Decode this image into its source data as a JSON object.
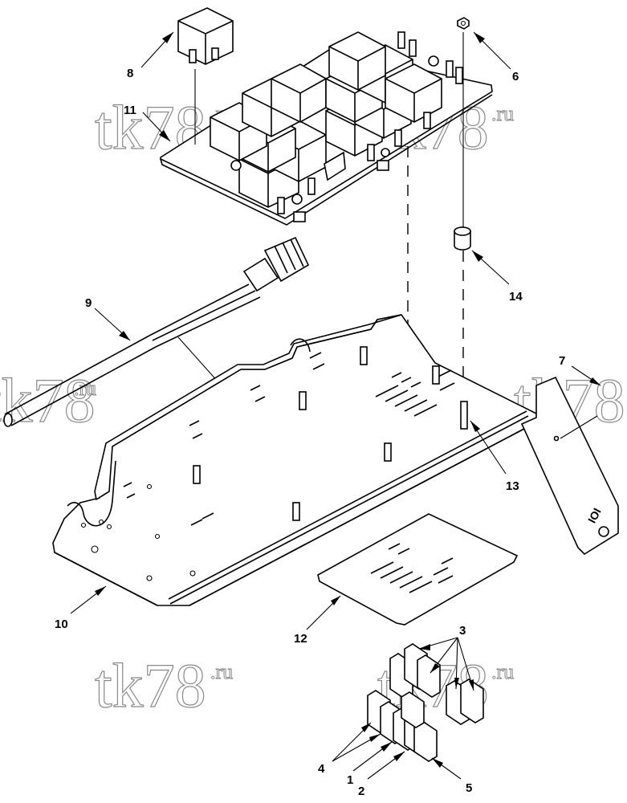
{
  "callouts": [
    {
      "id": "c1",
      "label": "1"
    },
    {
      "id": "c2",
      "label": "2"
    },
    {
      "id": "c3",
      "label": "3"
    },
    {
      "id": "c4",
      "label": "4"
    },
    {
      "id": "c5",
      "label": "5"
    },
    {
      "id": "c6",
      "label": "6"
    },
    {
      "id": "c7",
      "label": "7"
    },
    {
      "id": "c8",
      "label": "8"
    },
    {
      "id": "c9",
      "label": "9"
    },
    {
      "id": "c10",
      "label": "10"
    },
    {
      "id": "c11",
      "label": "11"
    },
    {
      "id": "c12",
      "label": "12"
    },
    {
      "id": "c13",
      "label": "13"
    },
    {
      "id": "c14",
      "label": "14"
    }
  ],
  "watermark": {
    "main": "tk78",
    "suffix": ".ru"
  },
  "bracket_stamp": "IOI"
}
